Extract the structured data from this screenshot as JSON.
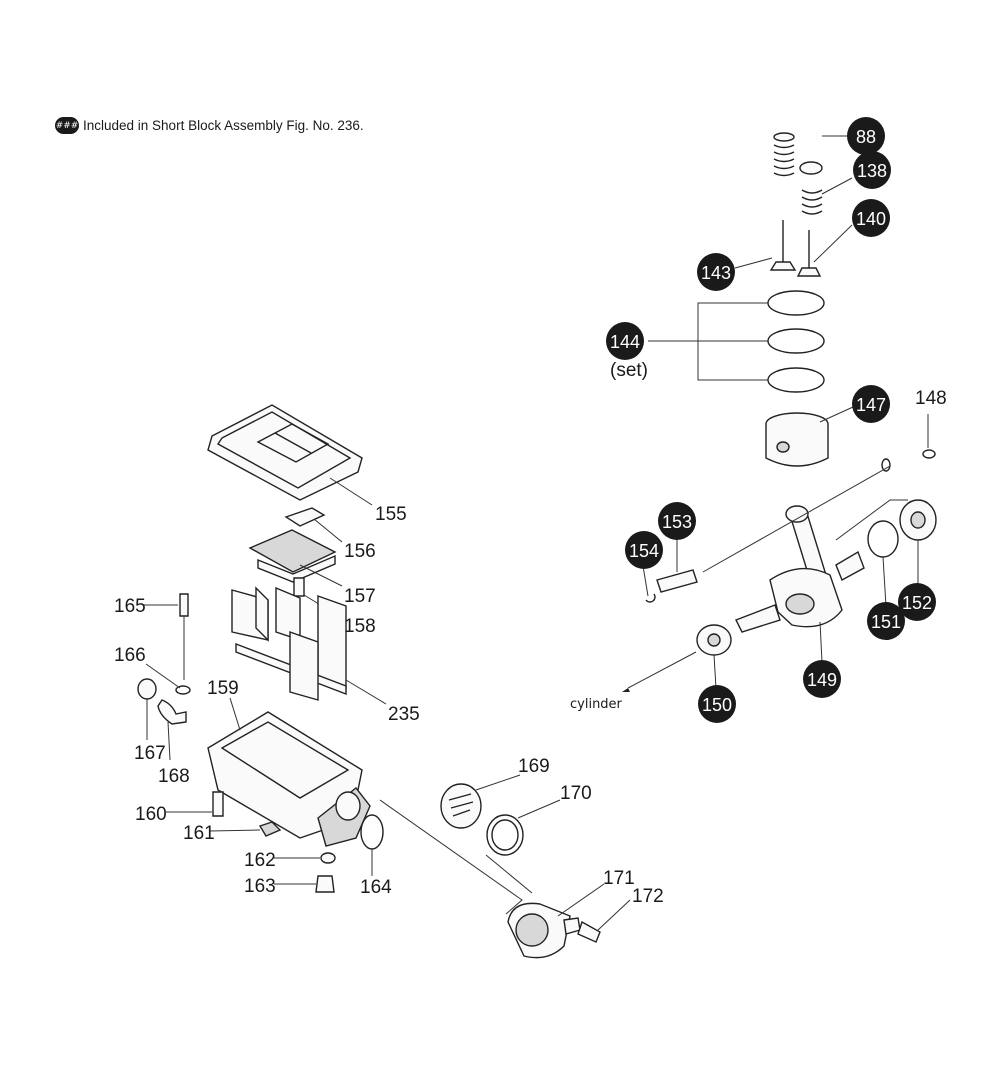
{
  "legend": {
    "badge": "###",
    "text": "Included in Short Block Assembly Fig. No. 236."
  },
  "callouts": {
    "c88": "88",
    "c138": "138",
    "c140": "140",
    "c143": "143",
    "c144": "144",
    "c144_set": "(set)",
    "c147": "147",
    "c148": "148",
    "c149": "149",
    "c150": "150",
    "c151": "151",
    "c152": "152",
    "c153": "153",
    "c154": "154",
    "c155": "155",
    "c156": "156",
    "c157": "157",
    "c158": "158",
    "c159": "159",
    "c160": "160",
    "c161": "161",
    "c162": "162",
    "c163": "163",
    "c164": "164",
    "c165": "165",
    "c166": "166",
    "c167": "167",
    "c168": "168",
    "c169": "169",
    "c170": "170",
    "c171": "171",
    "c172": "172",
    "c235": "235"
  },
  "cylinder_label": "cylinder",
  "colors": {
    "ink": "#1a1a1a",
    "badge": "#1a1a1a",
    "background": "#ffffff"
  }
}
